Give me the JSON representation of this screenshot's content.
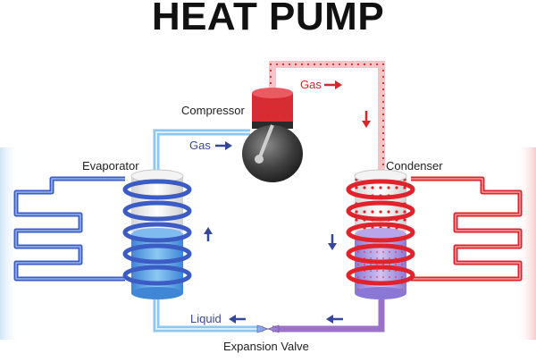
{
  "title": "HEAT PUMP",
  "labels": {
    "compressor": "Compressor",
    "gas_top": "Gas",
    "gas_left": "Gas",
    "evaporator": "Evaporator",
    "condenser": "Condenser",
    "liquid": "Liquid",
    "expansion_valve": "Expansion Valve"
  },
  "colors": {
    "hot": "#e0232b",
    "cold": "#3b5cc4",
    "light_blue": "#8ec6ee",
    "pipe_pink": "#f4b6bb",
    "violet": "#9b72c9",
    "arrow_blue": "#34479a",
    "arrow_red": "#d9252b"
  },
  "icons": [
    "arrow-right-icon",
    "arrow-down-icon",
    "arrow-up-icon",
    "arrow-left-icon"
  ]
}
